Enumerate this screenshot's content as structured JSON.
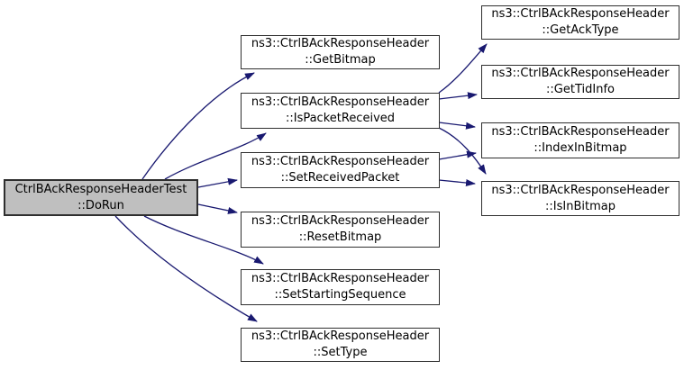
{
  "diagram": {
    "type": "call-graph",
    "colors": {
      "background": "#ffffff",
      "edge": "#191970",
      "node_fill": "#ffffff",
      "node_border": "#2f2f2f",
      "highlight_fill": "#bfbfbf",
      "text": "#000000"
    },
    "nodes": {
      "dorun": {
        "line1": "CtrlBAckResponseHeaderTest",
        "line2": "::DoRun"
      },
      "getbitmap": {
        "line1": "ns3::CtrlBAckResponseHeader",
        "line2": "::GetBitmap"
      },
      "ispacketreceived": {
        "line1": "ns3::CtrlBAckResponseHeader",
        "line2": "::IsPacketReceived"
      },
      "setreceivedpacket": {
        "line1": "ns3::CtrlBAckResponseHeader",
        "line2": "::SetReceivedPacket"
      },
      "resetbitmap": {
        "line1": "ns3::CtrlBAckResponseHeader",
        "line2": "::ResetBitmap"
      },
      "setstartingsequence": {
        "line1": "ns3::CtrlBAckResponseHeader",
        "line2": "::SetStartingSequence"
      },
      "settype": {
        "line1": "ns3::CtrlBAckResponseHeader",
        "line2": "::SetType"
      },
      "getacktype": {
        "line1": "ns3::CtrlBAckResponseHeader",
        "line2": "::GetAckType"
      },
      "gettidinfo": {
        "line1": "ns3::CtrlBAckResponseHeader",
        "line2": "::GetTidInfo"
      },
      "indexinbitmap": {
        "line1": "ns3::CtrlBAckResponseHeader",
        "line2": "::IndexInBitmap"
      },
      "isinbitmap": {
        "line1": "ns3::CtrlBAckResponseHeader",
        "line2": "::IsInBitmap"
      }
    },
    "edges": [
      {
        "from": "dorun",
        "to": "getbitmap"
      },
      {
        "from": "dorun",
        "to": "ispacketreceived"
      },
      {
        "from": "dorun",
        "to": "setreceivedpacket"
      },
      {
        "from": "dorun",
        "to": "resetbitmap"
      },
      {
        "from": "dorun",
        "to": "setstartingsequence"
      },
      {
        "from": "dorun",
        "to": "settype"
      },
      {
        "from": "ispacketreceived",
        "to": "getacktype"
      },
      {
        "from": "ispacketreceived",
        "to": "gettidinfo"
      },
      {
        "from": "ispacketreceived",
        "to": "indexinbitmap"
      },
      {
        "from": "ispacketreceived",
        "to": "isinbitmap"
      },
      {
        "from": "setreceivedpacket",
        "to": "indexinbitmap"
      },
      {
        "from": "setreceivedpacket",
        "to": "isinbitmap"
      }
    ]
  }
}
